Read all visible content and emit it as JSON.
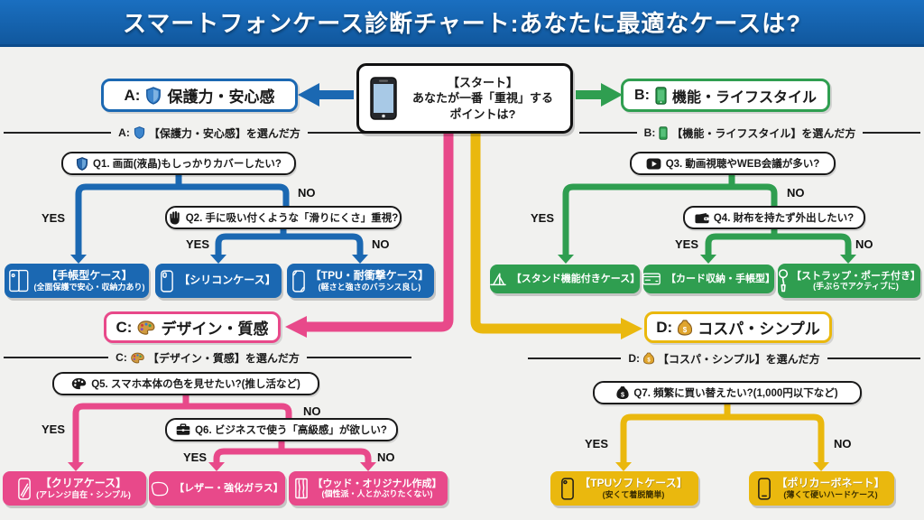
{
  "title": "スマートフォンケース診断チャート:あなたに最適なケースは?",
  "labels": {
    "yes": "YES",
    "no": "NO"
  },
  "colors": {
    "blue": "#1b68b2",
    "green": "#2f9e50",
    "pink": "#e8498a",
    "yellow": "#eab80e",
    "title_bar": "#11589e"
  },
  "start": {
    "line1": "【スタート】",
    "line2": "あなたが一番「重視」する",
    "line3": "ポイントは?",
    "icon": "smartphone-icon"
  },
  "sections": {
    "a": {
      "prefix": "A:",
      "title": "保護力・安心感",
      "divider": "【保護力・安心感】を選んだ方",
      "icon": "shield-icon"
    },
    "b": {
      "prefix": "B:",
      "title": "機能・ライフスタイル",
      "divider": "【機能・ライフスタイル】を選んだ方",
      "icon": "smartphone-icon"
    },
    "c": {
      "prefix": "C:",
      "title": "デザイン・質感",
      "divider": "【デザイン・質感】を選んだ方",
      "icon": "palette-icon"
    },
    "d": {
      "prefix": "D:",
      "title": "コスパ・シンプル",
      "divider": "【コスパ・シンプル】を選んだ方",
      "icon": "money-bag-icon"
    }
  },
  "questions": {
    "q1": {
      "text": "Q1. 画面(液晶)もしっかりカバーしたい?",
      "icon": "shield-icon"
    },
    "q2": {
      "text": "Q2. 手に吸い付くような「滑りにくさ」重視?",
      "icon": "hand-icon"
    },
    "q3": {
      "text": "Q3. 動画視聴やWEB会議が多い?",
      "icon": "play-icon"
    },
    "q4": {
      "text": "Q4. 財布を持たず外出したい?",
      "icon": "wallet-icon"
    },
    "q5": {
      "text": "Q5. スマホ本体の色を見せたい?(推し活など)",
      "icon": "palette-icon"
    },
    "q6": {
      "text": "Q6. ビジネスで使う「高級感」が欲しい?",
      "icon": "briefcase-icon"
    },
    "q7": {
      "text": "Q7. 頻繁に買い替えたい?(1,000円以下など)",
      "icon": "money-bag-icon"
    }
  },
  "results": {
    "r1": {
      "title": "【手帳型ケース】",
      "sub": "(全面保護で安心・収納力あり)",
      "icon": "flip-case-icon"
    },
    "r2": {
      "title": "【シリコンケース】",
      "icon": "silicone-case-icon"
    },
    "r3": {
      "title": "【TPU・耐衝撃ケース】",
      "sub": "(軽さと強さのバランス良し)",
      "icon": "tpu-case-icon"
    },
    "r4": {
      "title": "【スタンド機能付きケース】",
      "icon": "stand-case-icon"
    },
    "r5": {
      "title": "【カード収納・手帳型】",
      "icon": "card-icon"
    },
    "r6": {
      "title": "【ストラップ・ポーチ付き】",
      "sub": "(手ぶらでアクティブに)",
      "icon": "strap-icon"
    },
    "r7": {
      "title": "【クリアケース】",
      "sub": "(アレンジ自在・シンプル)",
      "icon": "clear-case-icon"
    },
    "r8": {
      "title": "【レザー・強化ガラス】",
      "icon": "leather-icon"
    },
    "r9": {
      "title": "【ウッド・オリジナル作成】",
      "sub": "(個性派・人とかぶりたくない)",
      "icon": "wood-icon"
    },
    "r10": {
      "title": "【TPUソフトケース】",
      "sub": "(安くて着脱簡単)",
      "icon": "soft-case-icon"
    },
    "r11": {
      "title": "【ポリカーボネート】",
      "sub": "(薄くて硬いハードケース)",
      "icon": "hard-case-icon"
    }
  }
}
